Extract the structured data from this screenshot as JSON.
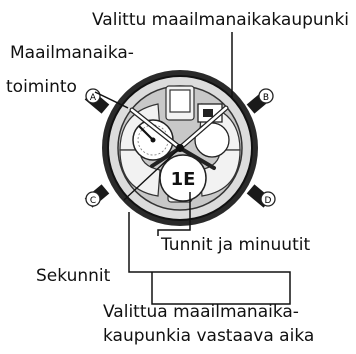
{
  "labels": {
    "selected_city": "Valittu maailmanaikakaupunki",
    "function_line1": "Maailmanaika-",
    "function_line2": "toiminto",
    "hours_minutes": "Tunnit ja minuutit",
    "seconds": "Sekunnit",
    "city_time_line1": "Valittua maailmanaika-",
    "city_time_line2": "kaupunkia vastaava aika"
  },
  "buttons": {
    "a": "A",
    "b": "B",
    "c": "C",
    "d": "D"
  },
  "dial_digit": "1E"
}
